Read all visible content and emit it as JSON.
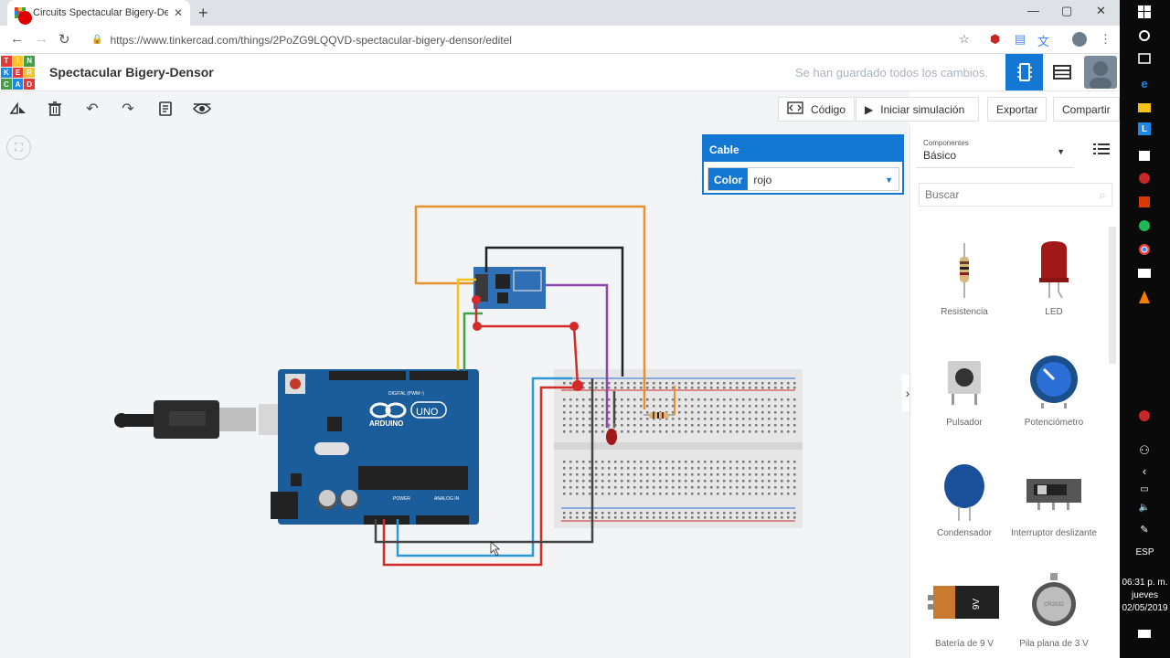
{
  "browser": {
    "tab_title": "Circuits Spectacular Bigery-Densor",
    "url": "https://www.tinkercad.com/things/2PoZG9LQQVD-spectacular-bigery-densor/editel"
  },
  "app": {
    "logo_letters": [
      "TIN",
      "KER",
      "CAD"
    ],
    "design_name": "Spectacular Bigery-Densor",
    "save_status": "Se han guardado todos los cambios."
  },
  "toolbar": {
    "code_label": "Código",
    "simulate_label": "Iniciar simulación",
    "export_label": "Exportar",
    "share_label": "Compartir"
  },
  "inspector": {
    "title": "Cable",
    "color_label": "Color",
    "color_value": "rojo"
  },
  "components": {
    "category_caption": "Componentes",
    "category_value": "Básico",
    "search_placeholder": "Buscar",
    "items": [
      {
        "label": "Resistencia"
      },
      {
        "label": "LED"
      },
      {
        "label": "Pulsador"
      },
      {
        "label": "Potenciómetro"
      },
      {
        "label": "Condensador"
      },
      {
        "label": "Interruptor deslizante"
      },
      {
        "label": "Batería de 9 V"
      },
      {
        "label": "Pila plana de 3 V"
      }
    ]
  },
  "board": {
    "brand": "ARDUINO",
    "model": "UNO",
    "digital_label": "DIGITAL (PWM~)",
    "power_label": "POWER",
    "analog_label": "ANALOG IN",
    "battery_label": "9V",
    "coin_label": "CR2032"
  },
  "taskbar": {
    "language": "ESP",
    "time": "06:31 p. m.",
    "day": "jueves",
    "date": "02/05/2019"
  },
  "colors": {
    "accent": "#1477d4",
    "wire_red": "#d32a2a",
    "wire_orange": "#e8902e",
    "wire_purple": "#8e44ad",
    "wire_green": "#3aa447",
    "wire_yellow": "#f2c21b",
    "wire_blue": "#2b9ad6",
    "wire_black": "#222222",
    "arduino_blue": "#1a5d9a"
  }
}
